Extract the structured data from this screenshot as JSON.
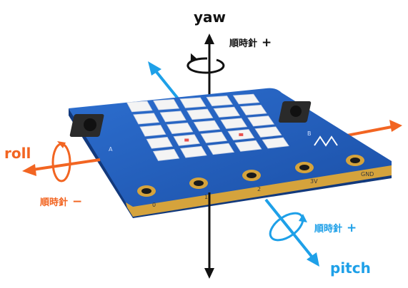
{
  "colors": {
    "yaw": "#111111",
    "roll": "#f26522",
    "pitch": "#1ea0e8",
    "board": "#1f5ab8",
    "board_dark": "#12397c",
    "gold": "#d5a33c",
    "led": "#f4f4f4",
    "led_red": "#e8504f"
  },
  "axes": {
    "yaw": {
      "name": "yaw",
      "rotation": "順時針",
      "sign": "+"
    },
    "roll": {
      "name": "roll",
      "rotation": "順時針",
      "sign": "−"
    },
    "pitch": {
      "name": "pitch",
      "rotation": "順時針",
      "sign": "+"
    }
  },
  "board": {
    "led_grid": {
      "rows": 5,
      "cols": 5,
      "lit": [
        [
          3,
          1
        ],
        [
          3,
          3
        ]
      ]
    },
    "button_labels": [
      "A",
      "B"
    ],
    "pad_labels": [
      "0",
      "1",
      "2",
      "3V",
      "GND"
    ]
  }
}
